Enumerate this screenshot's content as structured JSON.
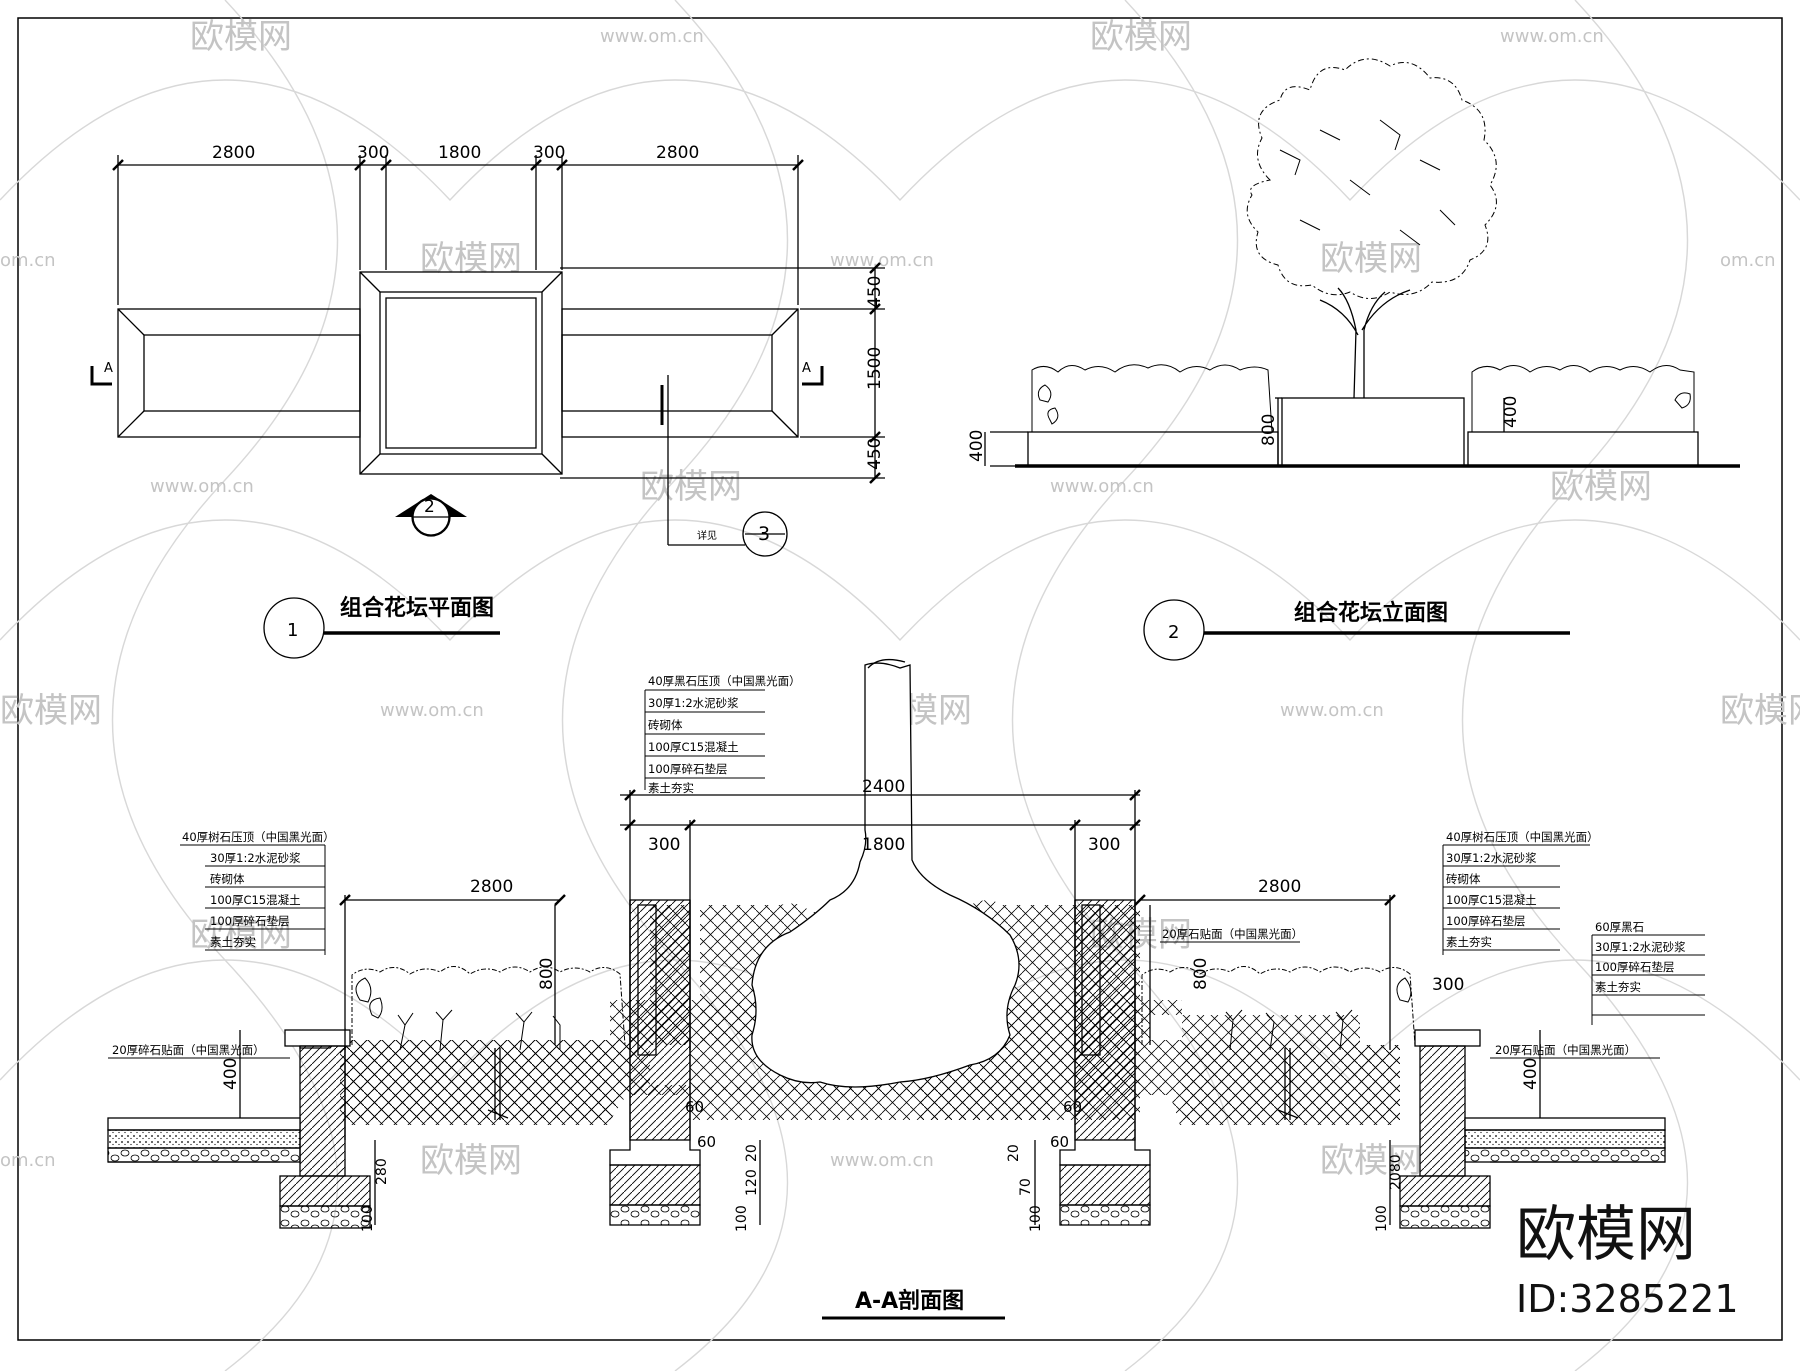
{
  "watermark": {
    "brand": "欧模网",
    "url": "www.om.cn",
    "url_short": "om.cn"
  },
  "plan": {
    "title": "组合花坛平面图",
    "number": "1",
    "dims_top": [
      "2800",
      "300",
      "1800",
      "300",
      "2800"
    ],
    "dims_right": [
      "450",
      "1500",
      "450"
    ],
    "section_mark": "A",
    "view_mark_2": "2",
    "view_mark_3": "3",
    "leader_text": "详见"
  },
  "elevation": {
    "title": "组合花坛立面图",
    "number": "2",
    "dim_left": "400",
    "dim_center": "800",
    "dim_right": "400"
  },
  "section": {
    "title": "A-A剖面图",
    "dim_2400": "2400",
    "dim_300_left": "300",
    "dim_1800": "1800",
    "dim_300_right": "300",
    "dim_2800_left": "2800",
    "dim_2800_right": "2800",
    "dim_800_left": "800",
    "dim_800_right": "800",
    "dim_400_left": "400",
    "dim_400_right": "400",
    "dim_300_edge": "300",
    "dim_60a": "60",
    "dim_60b": "60",
    "dim_60c": "60",
    "dim_60d": "60",
    "dim_20a": "20",
    "dim_20b": "20",
    "dim_120": "120",
    "dim_70": "70",
    "dim_100a": "100",
    "dim_100b": "100",
    "dim_100c": "100",
    "dim_100d": "100",
    "dim_280": "280",
    "dim_2080": "2080",
    "notes_center": [
      "40厚黑石压顶（中国黑光面）",
      "30厚1:2水泥砂浆",
      "砖砌体",
      "100厚C15混凝土",
      "100厚碎石垫层",
      "素土夯实"
    ],
    "notes_left": [
      "40厚树石压顶（中国黑光面）",
      "30厚1:2水泥砂浆",
      "砖砌体",
      "100厚C15混凝土",
      "100厚碎石垫层",
      "素土夯实"
    ],
    "notes_right": [
      "40厚树石压顶（中国黑光面）",
      "30厚1:2水泥砂浆",
      "砖砌体",
      "100厚C15混凝土",
      "100厚碎石垫层",
      "素土夯实"
    ],
    "notes_far_right": [
      "60厚黑石",
      "30厚1:2水泥砂浆",
      "100厚碎石垫层",
      "素土夯实"
    ],
    "note_paving_left": "20厚碎石贴面（中国黑光面）",
    "note_paving_right": "20厚石贴面（中国黑光面）",
    "note_paving_far_right": "20厚石贴面（中国黑光面）"
  },
  "brand_block": {
    "name": "欧模网",
    "id": "ID:3285221"
  }
}
